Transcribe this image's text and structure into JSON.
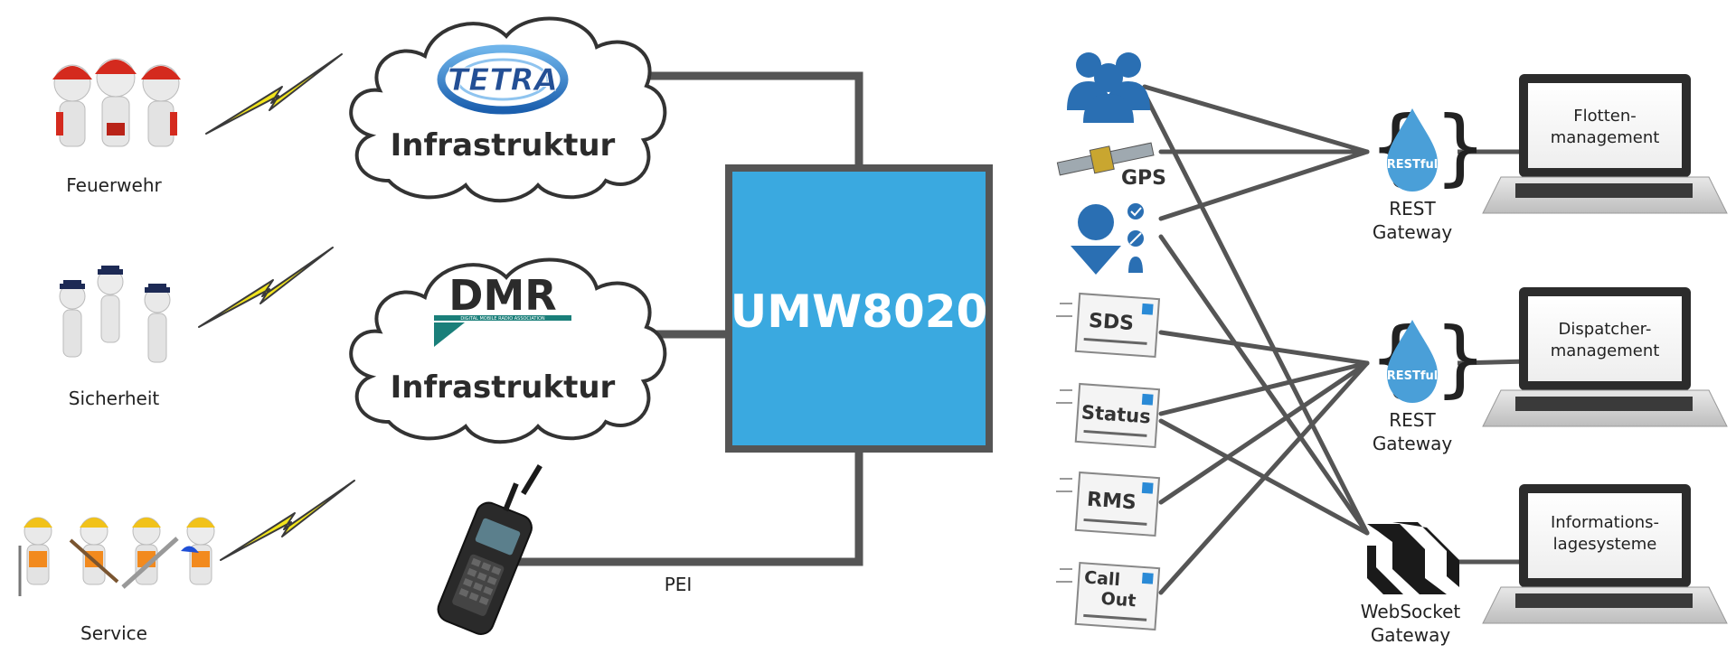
{
  "groups": [
    {
      "label": "Feuerwehr"
    },
    {
      "label": "Sicherheit"
    },
    {
      "label": "Service"
    }
  ],
  "clouds": {
    "tetra": {
      "logo": "TETRA",
      "label": "Infrastruktur"
    },
    "dmr": {
      "logo": "DMR",
      "sublogo": "DIGITAL MOBILE RADIO ASSOCIATION",
      "label": "Infrastruktur"
    }
  },
  "core": {
    "label": "UMW8020"
  },
  "pei": {
    "label": "PEI"
  },
  "services": {
    "gps": "GPS",
    "sds": "SDS",
    "status": "Status",
    "rms": "RMS",
    "callout_1": "Call",
    "callout_2": "Out"
  },
  "gateways": [
    {
      "badge": "RESTful",
      "line1": "REST",
      "line2": "Gateway"
    },
    {
      "badge": "RESTful",
      "line1": "REST",
      "line2": "Gateway"
    },
    {
      "line1": "WebSocket",
      "line2": "Gateway"
    }
  ],
  "laptops": [
    {
      "line1": "Flotten-",
      "line2": "management"
    },
    {
      "line1": "Dispatcher-",
      "line2": "management"
    },
    {
      "line1": "Informations-",
      "line2": "lagesysteme"
    }
  ],
  "colors": {
    "core_fill": "#3aa9e0",
    "core_border": "#555555",
    "connector": "#555555",
    "lightning": "#f2e51d",
    "restful_drop": "#4a9fd8",
    "user_icon": "#2a6fb3",
    "helmet_fire": "#d42a1e",
    "helmet_service": "#f1c21a",
    "police_cap": "#1d2a55"
  }
}
